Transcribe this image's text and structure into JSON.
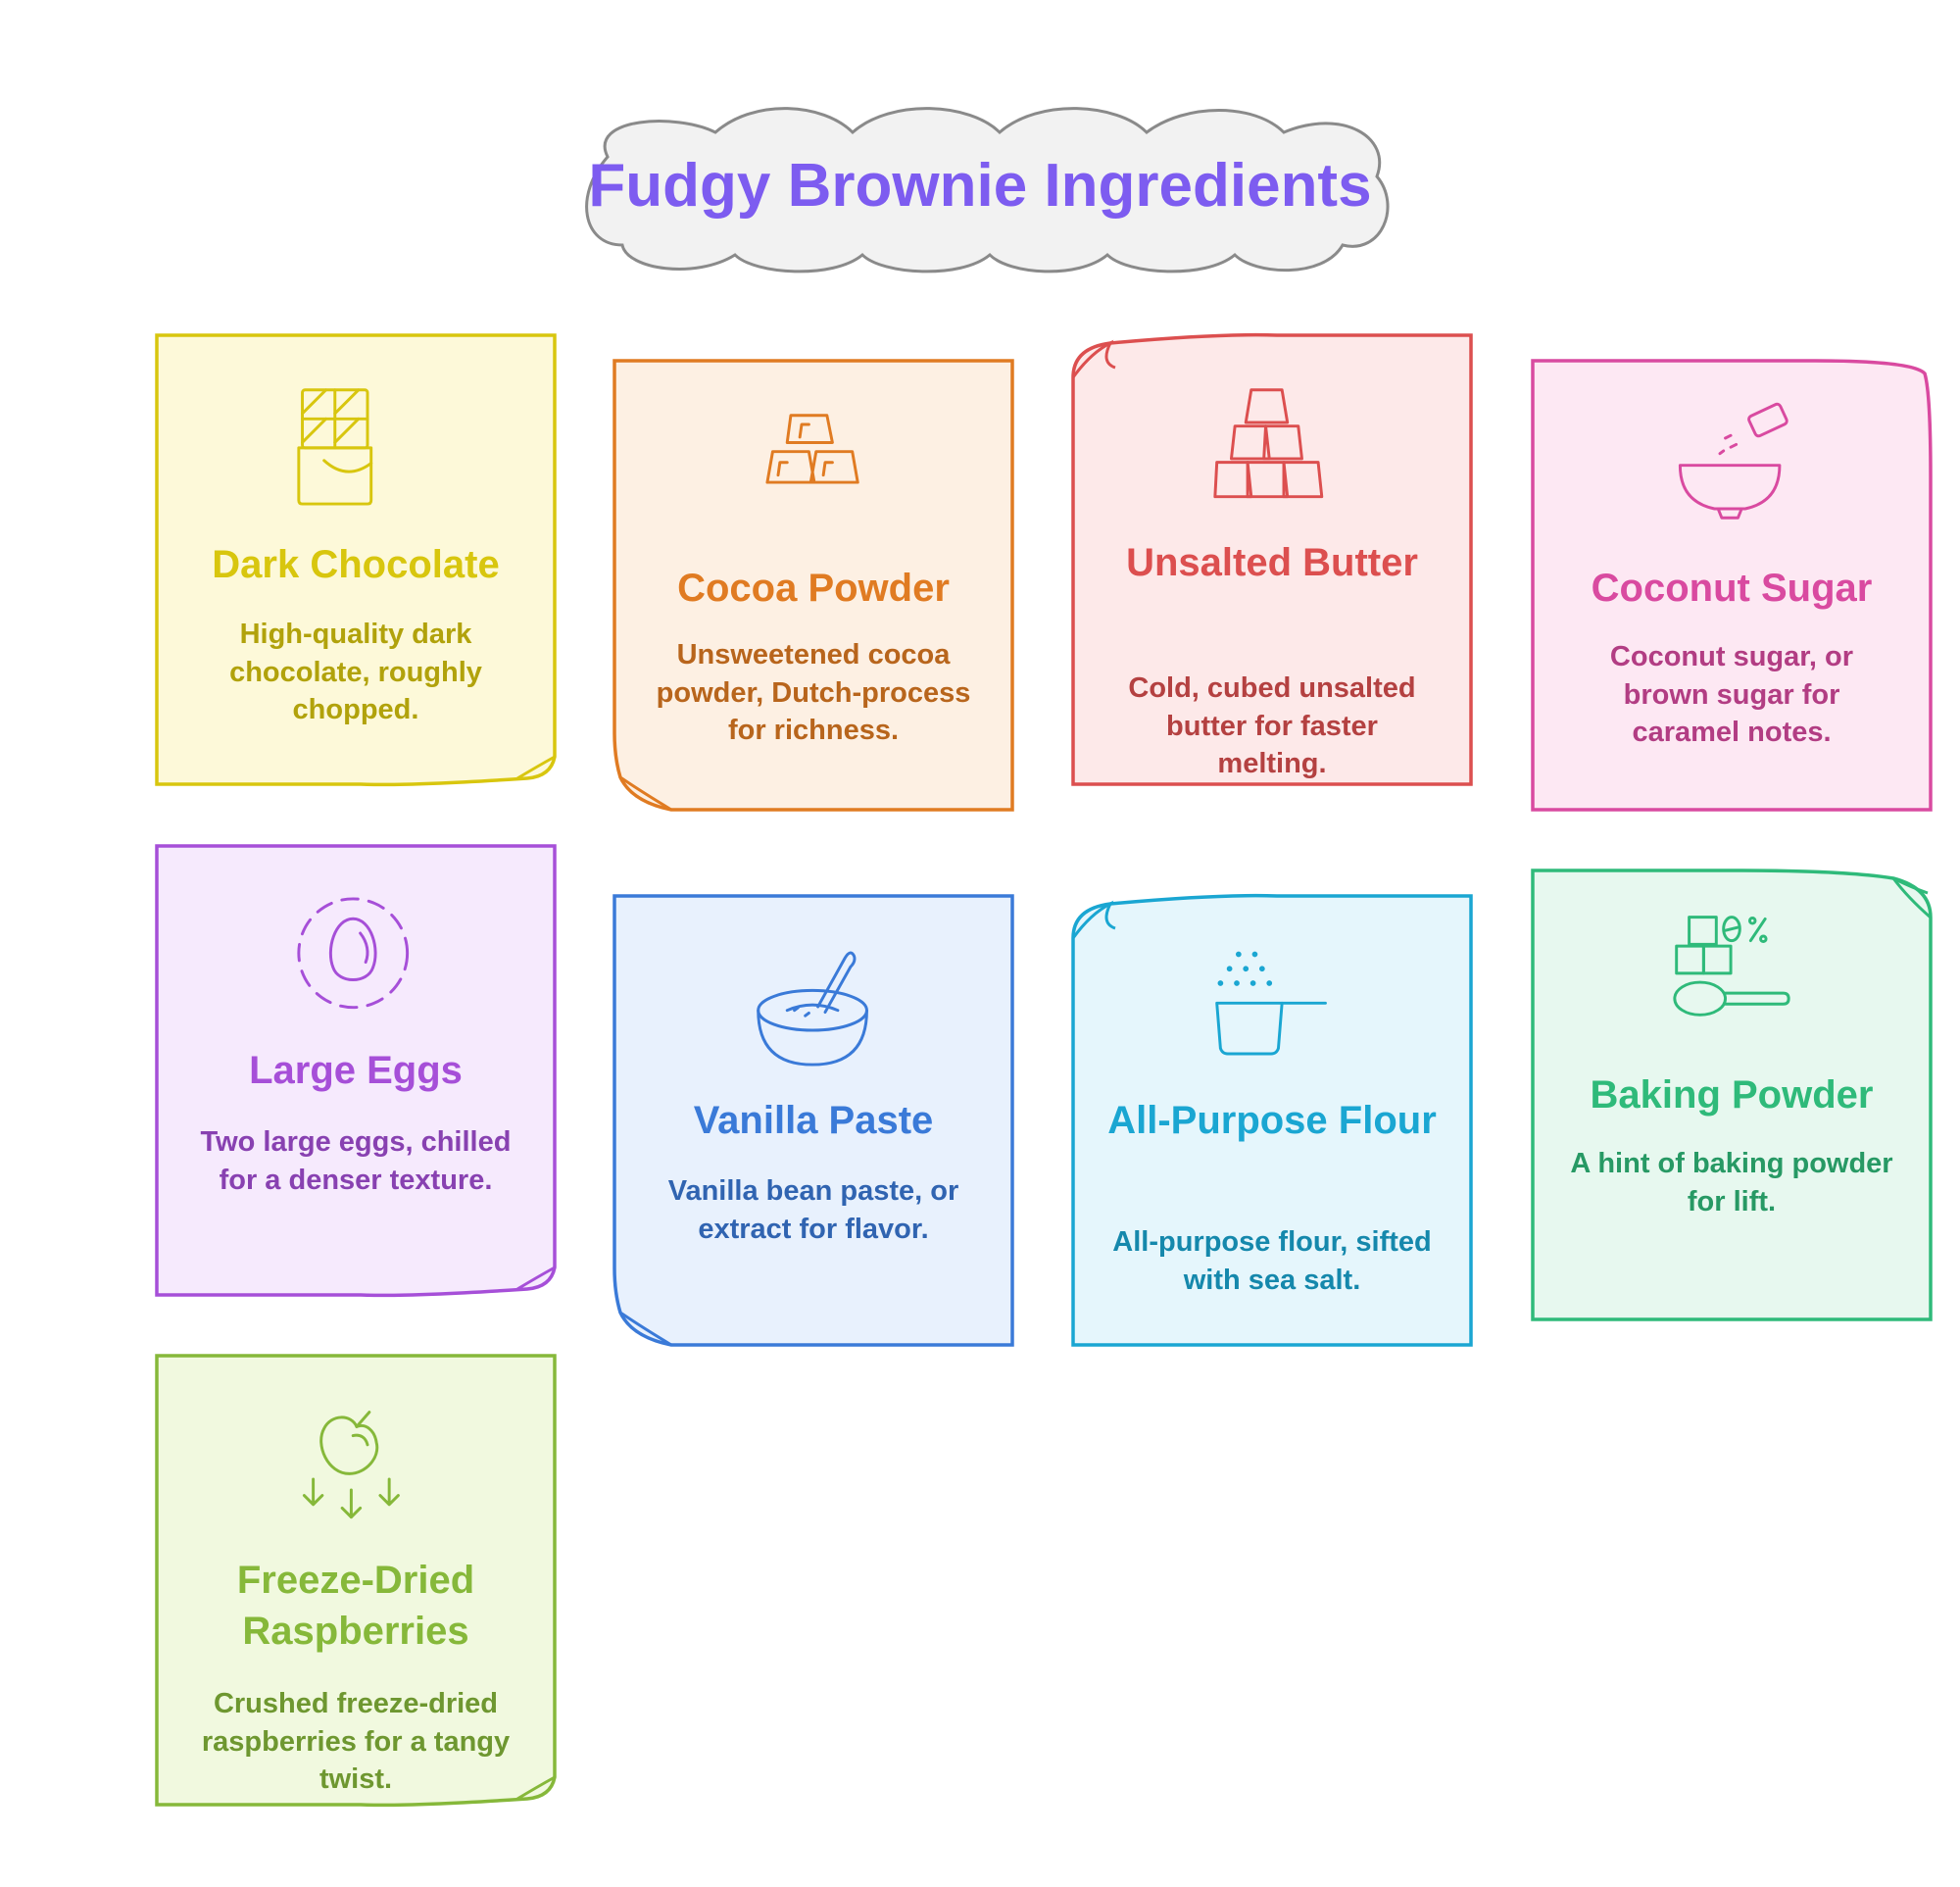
{
  "title": "Fudgy Brownie Ingredients",
  "cards": [
    {
      "title": "Dark Chocolate",
      "desc": "High-quality dark chocolate, roughly chopped.",
      "icon": "chocolate-bar-icon",
      "color": "#d8c60e",
      "fill": "#fdf9d9"
    },
    {
      "title": "Cocoa Powder",
      "desc": "Unsweetened cocoa powder, Dutch-process for richness.",
      "icon": "cocoa-blocks-icon",
      "color": "#e07b22",
      "fill": "#fdf0e3"
    },
    {
      "title": "Unsalted Butter",
      "desc": "Cold, cubed unsalted butter for faster melting.",
      "icon": "butter-cubes-icon",
      "color": "#dc4f4f",
      "fill": "#fde9e9"
    },
    {
      "title": "Coconut Sugar",
      "desc": "Coconut sugar, or brown sugar for caramel notes.",
      "icon": "sugar-bowl-icon",
      "color": "#d94aa0",
      "fill": "#fde8f3"
    },
    {
      "title": "Large Eggs",
      "desc": "Two large eggs, chilled for a denser texture.",
      "icon": "egg-icon",
      "color": "#a64fd8",
      "fill": "#f6eafd"
    },
    {
      "title": "Vanilla Paste",
      "desc": "Vanilla bean paste, or extract for flavor.",
      "icon": "mixing-bowl-icon",
      "color": "#3a7ad8",
      "fill": "#e8f1fd"
    },
    {
      "title": "All-Purpose Flour",
      "desc": "All-purpose flour, sifted with sea salt.",
      "icon": "measuring-cup-icon",
      "color": "#1aa6d2",
      "fill": "#e5f6fc"
    },
    {
      "title": "Baking Powder",
      "desc": "A hint of baking powder for lift.",
      "icon": "baking-powder-icon",
      "color": "#2fba7a",
      "fill": "#e7f8ef"
    },
    {
      "title": "Freeze-Dried Raspberries",
      "desc": "Crushed freeze-dried raspberries for a tangy twist.",
      "icon": "freeze-dried-fruit-icon",
      "color": "#86b83a",
      "fill": "#f1f9df"
    }
  ]
}
